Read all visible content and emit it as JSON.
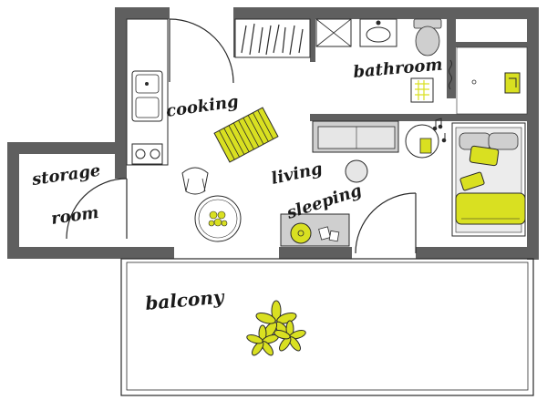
{
  "floorplan": {
    "rooms": {
      "storage": "storage",
      "room": "room",
      "cooking": "cooking",
      "bathroom": "bathroom",
      "living": "living",
      "sleeping": "sleeping",
      "balcony": "balcony"
    },
    "colors": {
      "wall": "#5f5f5f",
      "accent": "#d9e021",
      "line": "#2a2a2a",
      "fill_grey": "#cfcfcf"
    },
    "icons": [
      "kitchen-sink-icon",
      "stove-icon",
      "toilet-icon",
      "bathroom-sink-icon",
      "shower-icon",
      "bed-icon",
      "chair-icon",
      "round-table-icon",
      "potted-plant-icon",
      "record-player-icon",
      "rug-icon",
      "sofa-icon"
    ]
  }
}
